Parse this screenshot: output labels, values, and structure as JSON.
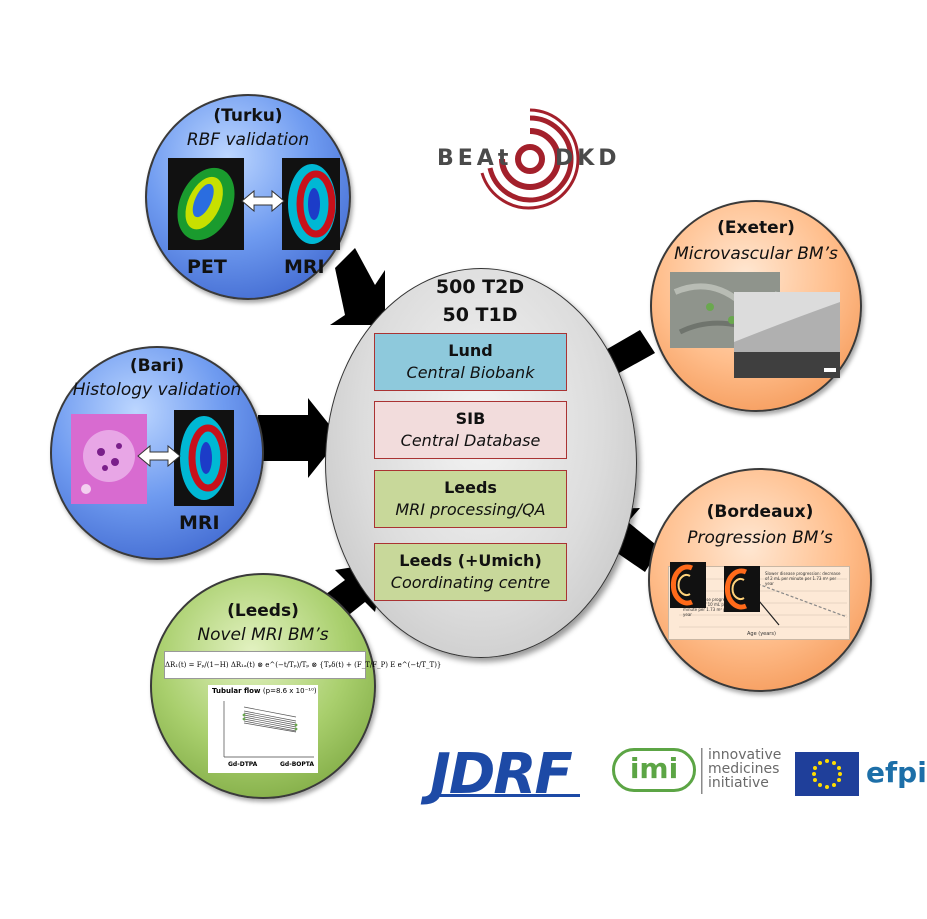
{
  "beat_logo": {
    "left": "BEAt",
    "right": "DKD"
  },
  "center": {
    "line1": "500 T2D",
    "line2": "50 T1D",
    "boxes": [
      {
        "title": "Lund",
        "subtitle": "Central Biobank",
        "color": "#8ec9dc"
      },
      {
        "title": "SIB",
        "subtitle": "Central Database",
        "color": "#f2dcdc"
      },
      {
        "title": "Leeds",
        "subtitle": "MRI processing/QA",
        "color": "#c8d89a"
      },
      {
        "title": "Leeds (+Umich)",
        "subtitle": "Coordinating centre",
        "color": "#c8d89a"
      }
    ]
  },
  "sites": {
    "turku": {
      "title": "(Turku)",
      "subtitle": "RBF validation",
      "label_left": "PET",
      "label_right": "MRI"
    },
    "bari": {
      "title": "(Bari)",
      "subtitle": "Histology validation",
      "label_right": "MRI"
    },
    "leeds": {
      "title": "(Leeds)",
      "subtitle": "Novel MRI BM’s",
      "equation": "ΔR₁(t) = Fₚ/(1−H) ΔR₁ₐ(t) ⊗ e^(−t/Tₚ)/Tₚ ⊗ {Tₚδ(t) + (F_T/F_P) E e^(−t/T_T)}",
      "chart_title": "Tubular flow",
      "chart_p": "(p=8.6 x 10⁻¹⁰)",
      "chart_xlabels": [
        "Gd-DTPA",
        "Gd-BOPTA"
      ]
    },
    "exeter": {
      "title": "(Exeter)",
      "subtitle": "Microvascular BM’s"
    },
    "bordeaux": {
      "title": "(Bordeaux)",
      "subtitle": "Progression BM’s",
      "x_axis_label": "Age (years)",
      "note1": "Slower disease progression: decrease of 2 mL per minute per 1.73 m² per year",
      "note2": "Rapid disease progression: decrease of 10 mL per minute per 1.73 m² per year"
    }
  },
  "partner_logos": {
    "jdrf": "JDRF",
    "imi_short": "imi",
    "imi_line1": "innovative",
    "imi_line2": "medicines",
    "imi_line3": "initiative",
    "efpia": "efpi"
  }
}
